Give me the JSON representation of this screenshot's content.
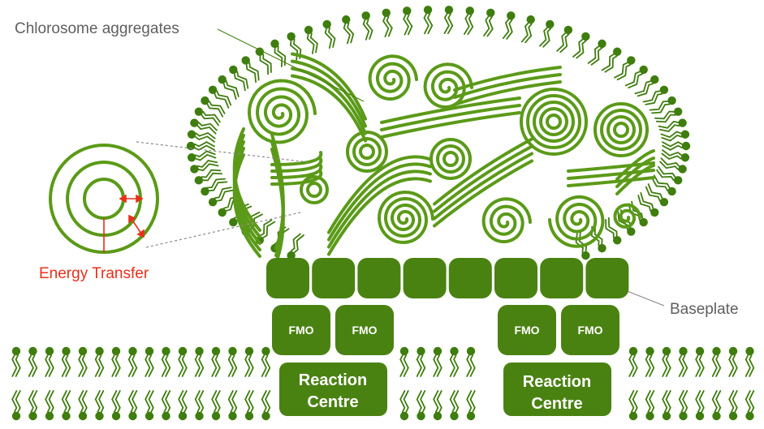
{
  "labels": {
    "chlorosome": "Chlorosome aggregates",
    "energy_transfer": "Energy Transfer",
    "baseplate": "Baseplate",
    "fmo": [
      "FMO",
      "FMO",
      "FMO",
      "FMO"
    ],
    "reaction_centre_1": [
      "Reaction",
      "Centre"
    ],
    "reaction_centre_2": [
      "Reaction",
      "Centre"
    ]
  },
  "colors": {
    "green_dark": "#4a8212",
    "green_mid": "#5b9a18",
    "green_light": "#6aa91f",
    "text_gray": "#5f5f5f",
    "text_red": "#e8301a",
    "arrow_red": "#e8301a"
  }
}
